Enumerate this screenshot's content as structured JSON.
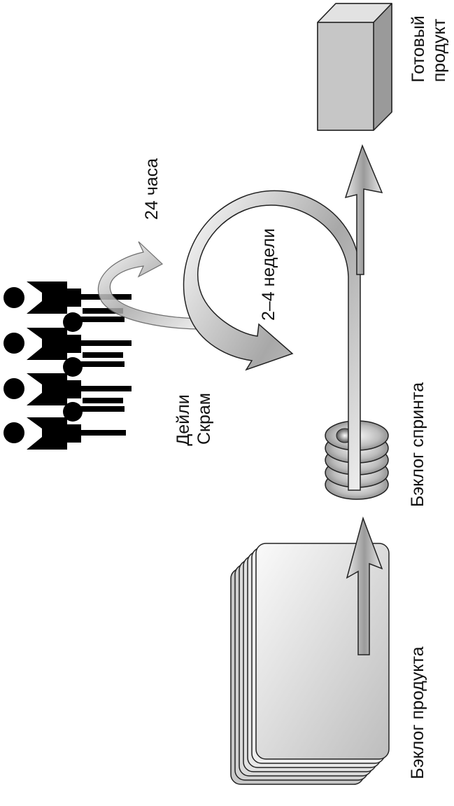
{
  "labels": {
    "product_backlog": "Бэклог продукта",
    "sprint_backlog": "Бэклог спринта",
    "daily_scrum_line1": "Дейли",
    "daily_scrum_line2": "Скрам",
    "daily_cycle": "24 часа",
    "sprint_cycle": "2–4 недели",
    "finished_product_line1": "Готовый",
    "finished_product_line2": "продукт"
  },
  "colors": {
    "arrow_fill": "#8f8f8f",
    "arrow_light": "#e6e6e6",
    "outline": "#222222",
    "people": "#000000",
    "box_top": "#e0e0e0",
    "box_front": "#bdbdbd",
    "box_side": "#9a9a9a"
  }
}
